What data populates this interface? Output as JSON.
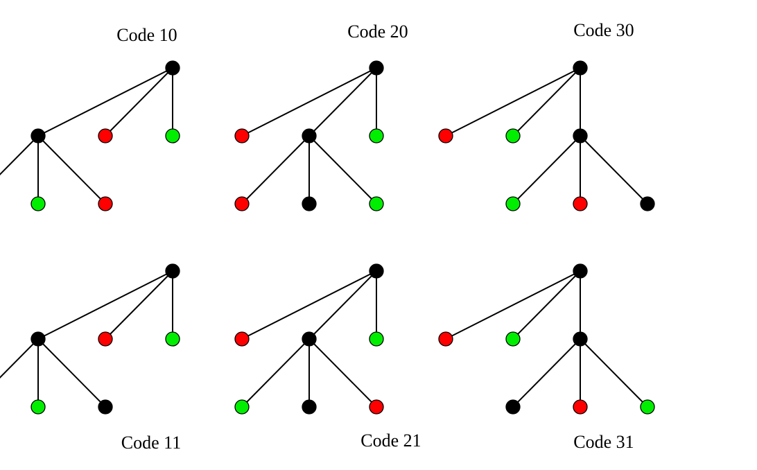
{
  "colors": {
    "black": "#000000",
    "red": "#ff0000",
    "green": "#00ee00"
  },
  "trees": [
    {
      "id": "code-10",
      "label": "Code 10",
      "root": "black",
      "children": [
        {
          "color": "black",
          "children": [
            "black",
            "green",
            "red"
          ]
        },
        {
          "color": "red"
        },
        {
          "color": "green"
        }
      ]
    },
    {
      "id": "code-20",
      "label": "Code 20",
      "root": "black",
      "children": [
        {
          "color": "red"
        },
        {
          "color": "black",
          "children": [
            "red",
            "black",
            "green"
          ]
        },
        {
          "color": "green"
        }
      ]
    },
    {
      "id": "code-30",
      "label": "Code 30",
      "root": "black",
      "children": [
        {
          "color": "red"
        },
        {
          "color": "green"
        },
        {
          "color": "black",
          "children": [
            "green",
            "red",
            "black"
          ]
        }
      ]
    },
    {
      "id": "code-11",
      "label": "Code 11",
      "root": "black",
      "children": [
        {
          "color": "black",
          "children": [
            "red",
            "green",
            "black"
          ]
        },
        {
          "color": "red"
        },
        {
          "color": "green"
        }
      ]
    },
    {
      "id": "code-21",
      "label": "Code 21",
      "root": "black",
      "children": [
        {
          "color": "red"
        },
        {
          "color": "black",
          "children": [
            "green",
            "black",
            "red"
          ]
        },
        {
          "color": "green"
        }
      ]
    },
    {
      "id": "code-31",
      "label": "Code 31",
      "root": "black",
      "children": [
        {
          "color": "red"
        },
        {
          "color": "green"
        },
        {
          "color": "black",
          "children": [
            "black",
            "red",
            "green"
          ]
        }
      ]
    }
  ]
}
